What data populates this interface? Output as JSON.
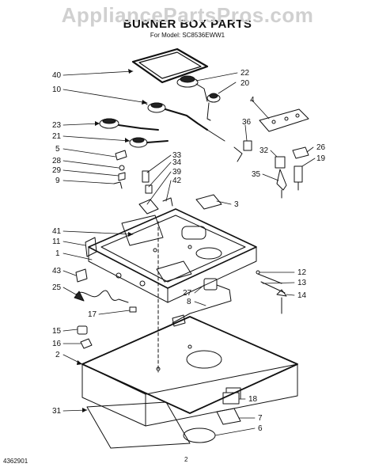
{
  "watermark": "AppliancePartsPros.com",
  "title": "BURNER BOX PARTS",
  "model_line": "For Model: SC8536EWW1",
  "doc_number": "4362901",
  "page_number": "2",
  "callouts": {
    "c1": "1",
    "c2": "2",
    "c3": "3",
    "c4": "4",
    "c5": "5",
    "c6": "6",
    "c7": "7",
    "c8": "8",
    "c9": "9",
    "c10": "10",
    "c11": "11",
    "c12": "12",
    "c13": "13",
    "c14": "14",
    "c15": "15",
    "c16": "16",
    "c17": "17",
    "c18": "18",
    "c19": "19",
    "c20": "20",
    "c21": "21",
    "c22": "22",
    "c23": "23",
    "c25": "25",
    "c26": "26",
    "c27": "27",
    "c28": "28",
    "c29": "29",
    "c31": "31",
    "c32": "32",
    "c33": "33",
    "c34": "34",
    "c35": "35",
    "c36": "36",
    "c39": "39",
    "c40": "40",
    "c41": "41",
    "c42": "42",
    "c43": "43"
  }
}
